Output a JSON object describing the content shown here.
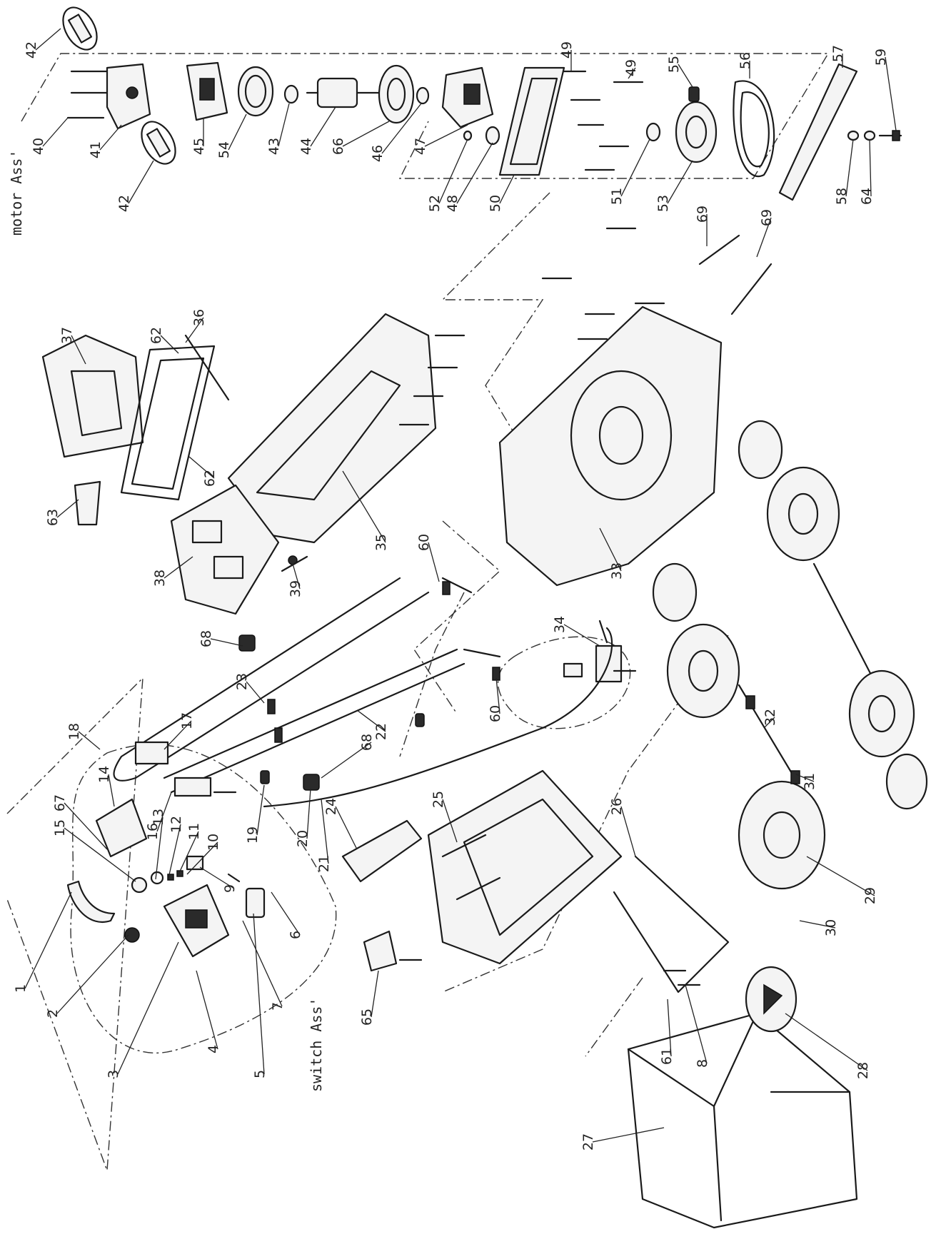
{
  "groups": {
    "motor": "motor Ass'",
    "switch": "switch Ass'"
  },
  "callouts": [
    "1",
    "2",
    "3",
    "4",
    "5",
    "6",
    "7",
    "8",
    "9",
    "10",
    "11",
    "12",
    "13",
    "14",
    "15",
    "16",
    "17",
    "18",
    "19",
    "20",
    "21",
    "22",
    "23",
    "24",
    "25",
    "26",
    "27",
    "28",
    "29",
    "30",
    "31",
    "32",
    "33",
    "34",
    "35",
    "36",
    "37",
    "38",
    "39",
    "40",
    "41",
    "42",
    "43",
    "44",
    "45",
    "46",
    "47",
    "48",
    "49",
    "50",
    "51",
    "52",
    "53",
    "54",
    "55",
    "56",
    "57",
    "58",
    "59",
    "60",
    "61",
    "62",
    "63",
    "64",
    "65",
    "66",
    "67",
    "68",
    "69"
  ],
  "colors": {
    "ink": "#1a1a1a",
    "paper": "#ffffff",
    "shade": "#f4f4f4"
  }
}
